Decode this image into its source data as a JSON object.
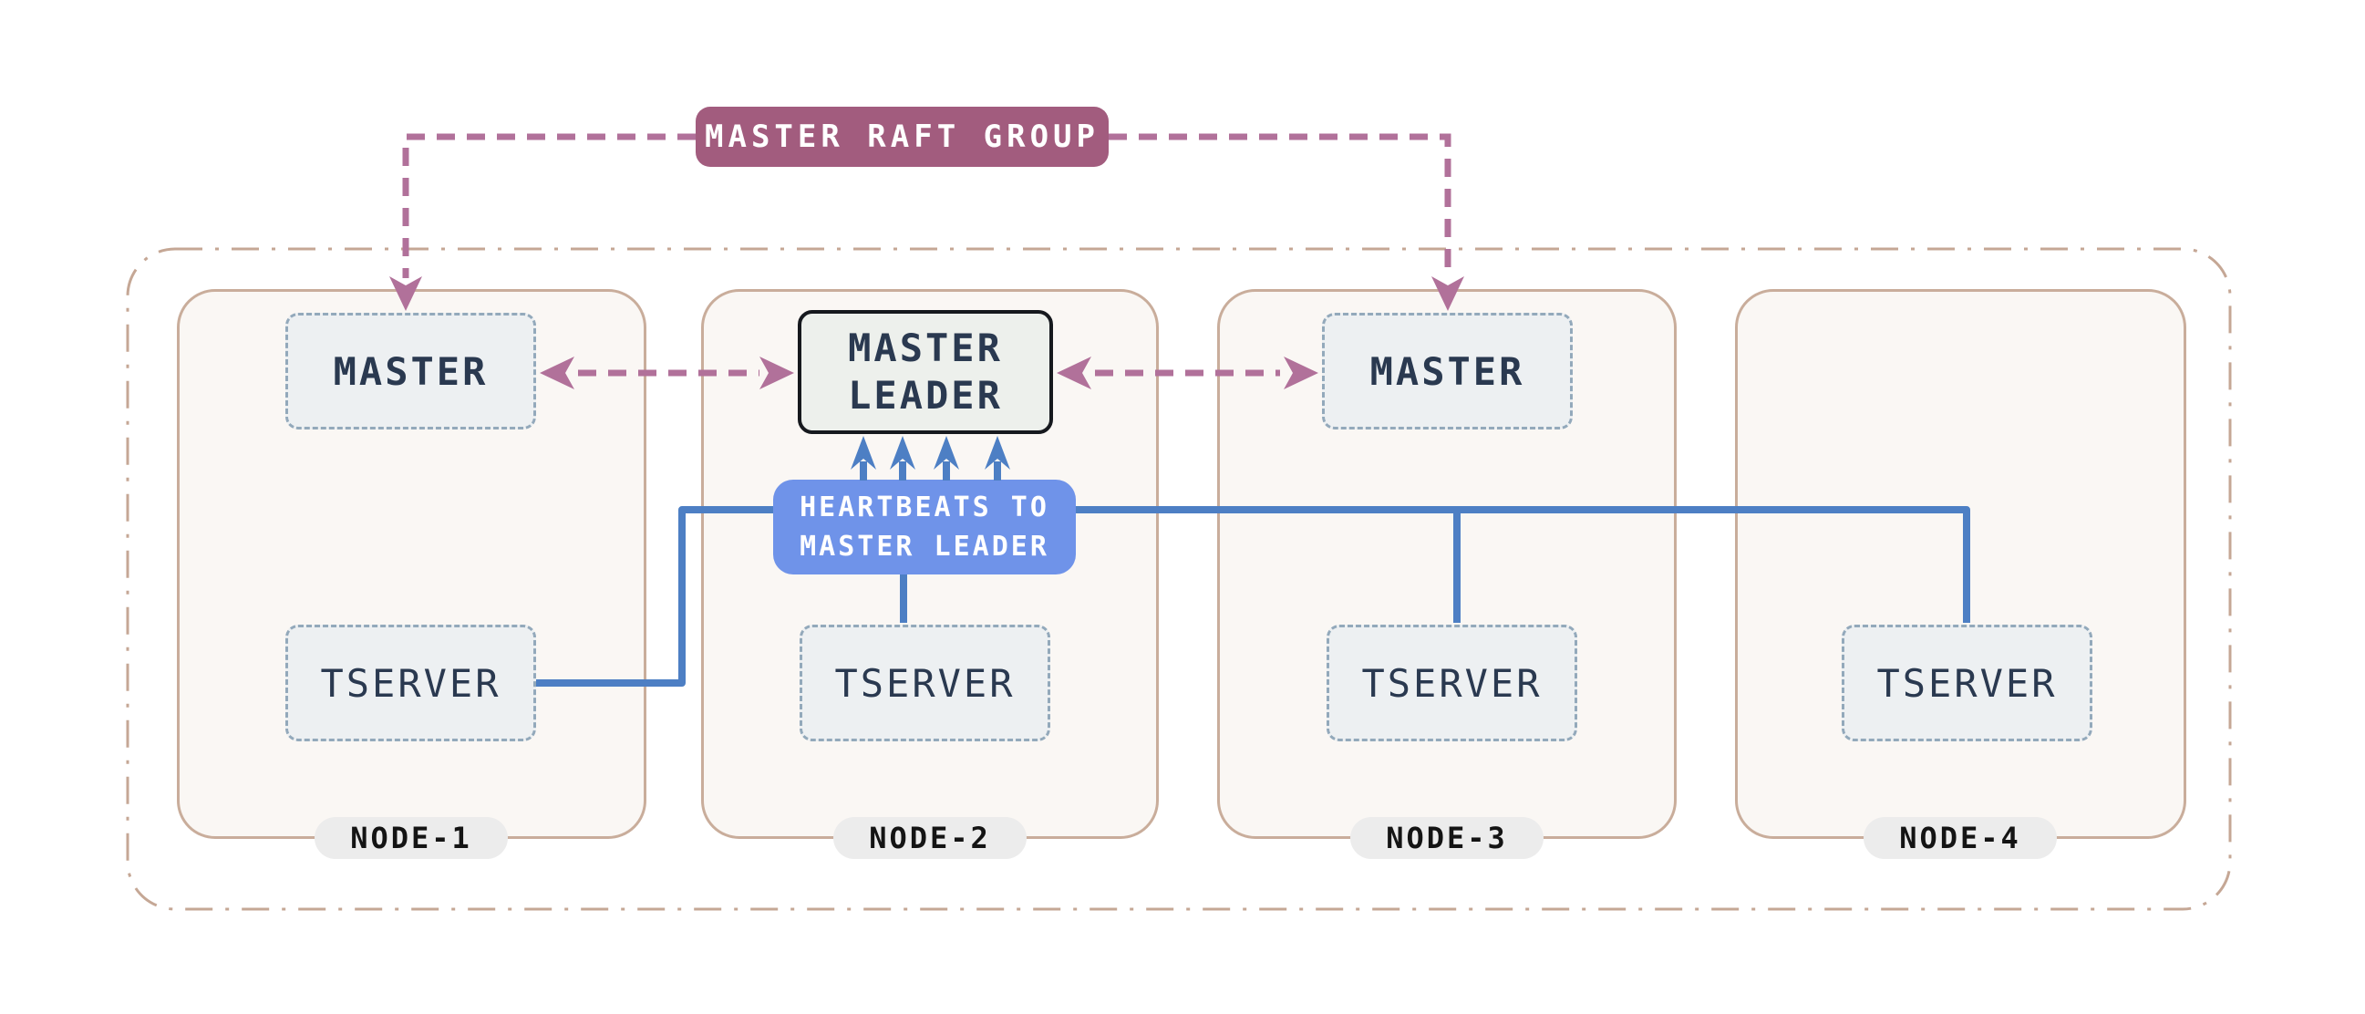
{
  "diagram": {
    "raft_group_badge": {
      "label": "MASTER RAFT GROUP",
      "color": "#a25c7e"
    },
    "heartbeats_badge": {
      "line1": "HEARTBEATS TO",
      "line2": "MASTER LEADER",
      "color": "#6f93e9"
    },
    "master_leader": {
      "line1": "MASTER",
      "line2": "LEADER"
    },
    "nodes": [
      {
        "label": "NODE-1",
        "master": "MASTER",
        "tserver": "TSERVER"
      },
      {
        "label": "NODE-2",
        "tserver": "TSERVER"
      },
      {
        "label": "NODE-3",
        "master": "MASTER",
        "tserver": "TSERVER"
      },
      {
        "label": "NODE-4",
        "tserver": "TSERVER"
      }
    ],
    "colors": {
      "raft_link": "#b1719a",
      "heartbeat_link": "#4d7fc4",
      "node_border": "#c9ad9b",
      "node_fill": "#faf7f4",
      "outer_border": "#c5a795",
      "box_border": "#93a9bb",
      "box_fill": "#edf0f2",
      "box_text": "#2a3950",
      "pill_fill": "#ececec",
      "leader_border": "#16191e"
    }
  }
}
